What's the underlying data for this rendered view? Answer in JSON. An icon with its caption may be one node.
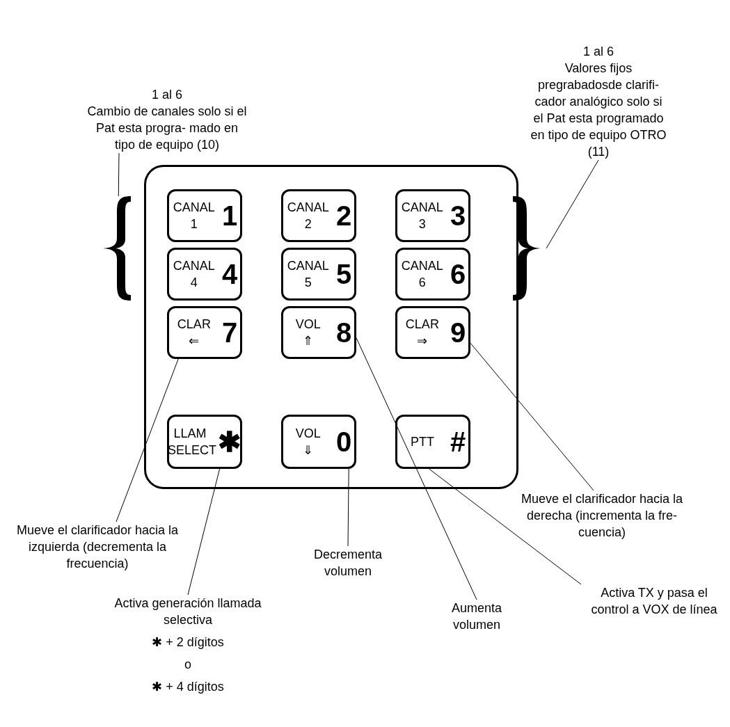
{
  "diagram": {
    "nodes": [
      {
        "text": [],
        "shape": "box"
      },
      {
        "text": [
          "CANAL 1",
          "1"
        ],
        "in": 0
      },
      {
        "text": [
          "CANAL 2",
          "2"
        ],
        "in": 0
      },
      {
        "text": [
          "CANAL 3",
          "3"
        ],
        "in": 0
      },
      {
        "text": [
          "CANAL 4",
          "4"
        ],
        "in": 0
      },
      {
        "text": [
          "CANAL 5",
          "5"
        ],
        "in": 0
      },
      {
        "text": [
          "CANAL 6",
          "6"
        ],
        "in": 0
      },
      {
        "text": [
          "CLAR ⇐",
          "7"
        ],
        "in": 0
      },
      {
        "text": [
          "VOL ⇑",
          "8"
        ],
        "in": 0
      },
      {
        "text": [
          "CLAR ⇒",
          "9"
        ],
        "in": 0
      },
      {
        "text": [
          "LLAM SELECT",
          "✱"
        ],
        "in": 0
      },
      {
        "text": [
          "VOL ⇓",
          "0"
        ],
        "in": 0
      },
      {
        "text": [
          "PTT",
          "#"
        ],
        "in": 0
      },
      {
        "text": [
          "1 al 6",
          "Cambio de canales solo si el Pat esta progra- mado en tipo de equipo (10)"
        ]
      },
      {
        "text": [],
        "shape": "brace"
      },
      {
        "text": [
          "1 al 6",
          "Valores fijos pregrabadosde clarifi- cador analógico solo si el Pat esta programado en tipo de equipo OTRO (11)"
        ]
      },
      {
        "text": [],
        "shape": "brace"
      },
      {
        "text": [
          "Mueve el clarificador hacia la izquierda (decrementa la frecuencia)"
        ]
      },
      {
        "text": [
          "Activa generación llamada selectiva",
          "✱ + 2 dígitos",
          "o",
          "✱ + 4 dígitos"
        ]
      },
      {
        "text": [
          "Decrementa volumen"
        ]
      },
      {
        "text": [
          "Aumenta volumen"
        ]
      },
      {
        "text": [
          "Mueve el clarificador hacia la derecha (incrementa la fre- cuencia)"
        ]
      },
      {
        "text": [
          "Activa TX y pasa el control a VOX de línea"
        ]
      }
    ],
    "edges": [
      {
        "from": 13,
        "to": 14,
        "arrow": "none"
      },
      {
        "from": 15,
        "to": 16,
        "arrow": "none"
      },
      {
        "from": 17,
        "to": 7,
        "arrow": "none"
      },
      {
        "from": 18,
        "to": 10,
        "arrow": "none"
      },
      {
        "from": 19,
        "to": 11,
        "arrow": "none"
      },
      {
        "from": 20,
        "to": 8,
        "arrow": "none"
      },
      {
        "from": 21,
        "to": 9,
        "arrow": "none"
      },
      {
        "from": 22,
        "to": 12,
        "arrow": "none"
      }
    ]
  }
}
